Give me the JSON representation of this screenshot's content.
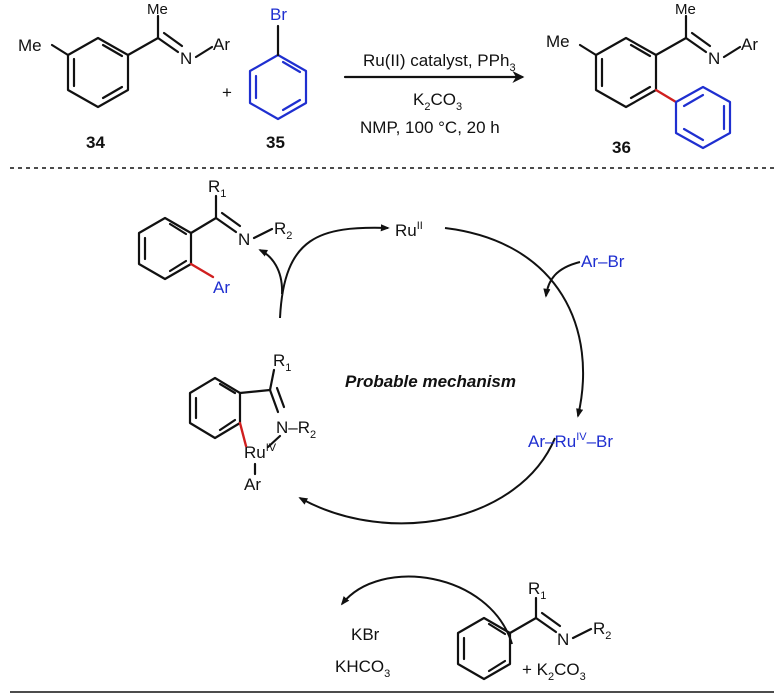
{
  "reaction": {
    "reactant1": {
      "number": "34",
      "substituent": "Me",
      "methyl": "Me",
      "n_atom": "N",
      "ar": "Ar"
    },
    "plus": "+",
    "reactant2": {
      "number": "35",
      "bromo": "Br"
    },
    "conditions": {
      "line1": "Ru(II) catalyst, PPh",
      "line1_sub": "3",
      "line2_a": "K",
      "line2_sub1": "2",
      "line2_b": "CO",
      "line2_sub2": "3",
      "line3": "NMP, 100 °C, 20 h"
    },
    "product": {
      "number": "36",
      "substituent": "Me",
      "methyl": "Me",
      "n_atom": "N",
      "ar": "Ar"
    }
  },
  "mechanism": {
    "title": "Probable mechanism",
    "catalyst": {
      "base": "Ru",
      "ox": "II"
    },
    "arbr_in": "Ar–Br",
    "oxidative_adduct": {
      "left": "Ar–Ru",
      "ox": "IV",
      "right": "–Br"
    },
    "metallacycle": {
      "r1": "R",
      "r1_sub": "1",
      "n": "N–R",
      "n_sub": "2",
      "ru": "Ru",
      "ru_ox": "IV",
      "ar": "Ar"
    },
    "product": {
      "r1": "R",
      "r1_sub": "1",
      "n": "N",
      "r2": "R",
      "r2_sub": "2",
      "ar": "Ar"
    },
    "imine_in": {
      "r1": "R",
      "r1_sub": "1",
      "n": "N",
      "r2": "R",
      "r2_sub": "2",
      "base_a": "+ K",
      "base_sub1": "2",
      "base_b": "CO",
      "base_sub2": "3"
    },
    "byproducts": {
      "kbr": "KBr",
      "khco3_a": "KHCO",
      "khco3_sub": "3"
    }
  }
}
